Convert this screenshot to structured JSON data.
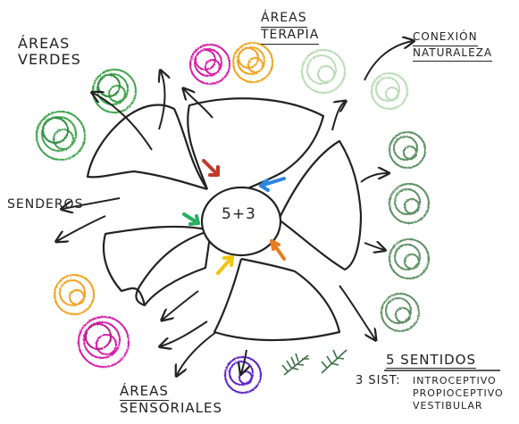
{
  "center_label": "5+3",
  "labels": {
    "areas_verdes": [
      "ÁREAS",
      "VERDES"
    ],
    "areas_terapia": [
      "ÁREAS",
      "TERAPIA"
    ],
    "conexion_naturaleza": [
      "CONEXIÓN",
      "NATURALEZA"
    ],
    "senderos": "SENDEROS",
    "areas_sensoriales": [
      "ÁREAS",
      "SENSORIALES"
    ],
    "cinco_sentidos": "5 SENTIDOS",
    "tres_sist": "3 SIST:",
    "sistemas": [
      "INTROCEPTIVO",
      "PROPIOCEPTIVO",
      "VESTIBULAR"
    ]
  },
  "colors": {
    "ink": "#222222",
    "green": "#3fa34d",
    "pale_green": "#b9dcb4",
    "dark_green": "#5d8f63",
    "magenta": "#d61fa8",
    "orange": "#f2a21c",
    "purple": "#5b21c9",
    "arrow_red": "#c0392b",
    "arrow_blue": "#2e86de",
    "arrow_green": "#27ae60",
    "arrow_yellow": "#f1c40f",
    "arrow_orange": "#e67e22"
  }
}
